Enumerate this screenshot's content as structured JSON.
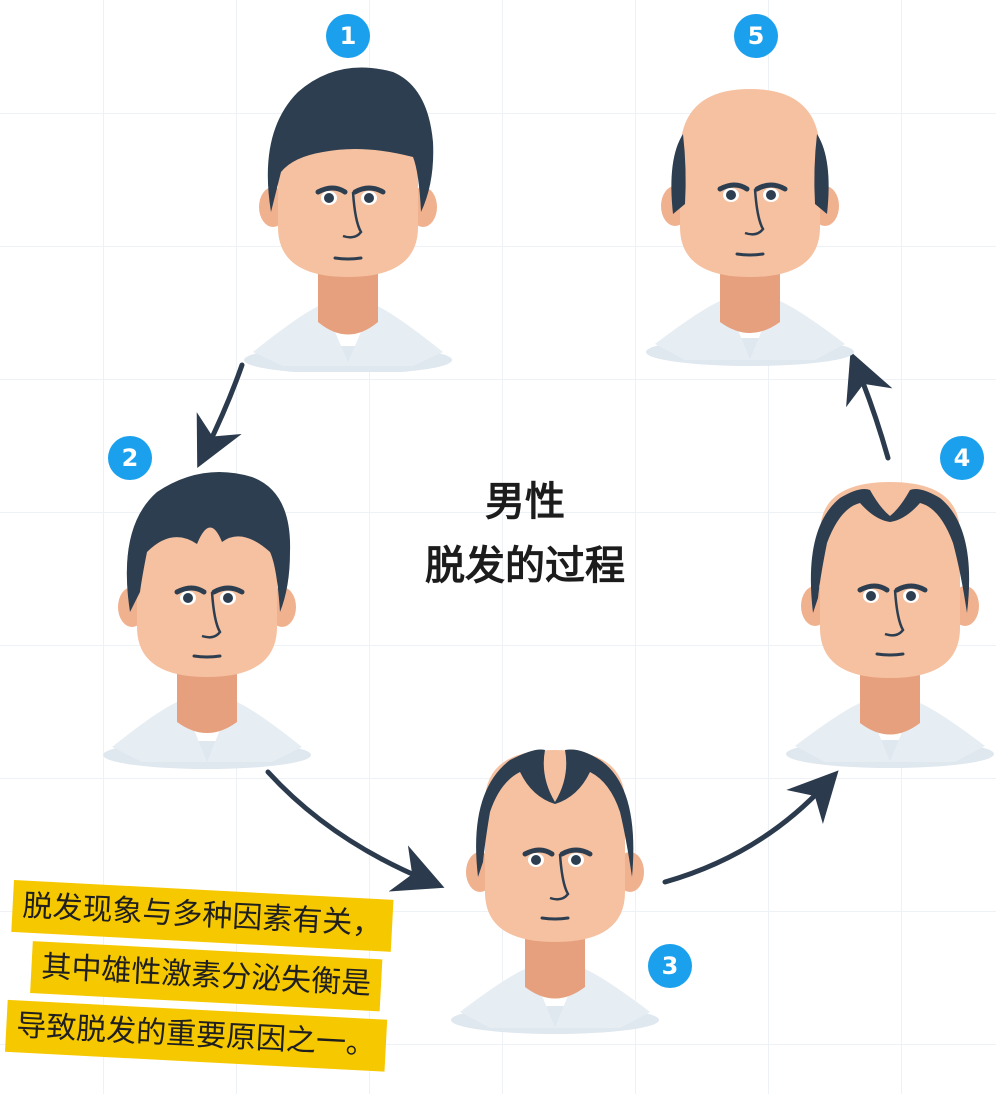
{
  "title": {
    "line1": "男性",
    "line2": "脱发的过程"
  },
  "stages": [
    {
      "number": "1",
      "hair": "full"
    },
    {
      "number": "2",
      "hair": "slight-recession"
    },
    {
      "number": "3",
      "hair": "receding-crown"
    },
    {
      "number": "4",
      "hair": "thinning-top"
    },
    {
      "number": "5",
      "hair": "bald"
    }
  ],
  "note": {
    "lines": [
      "脱发现象与多种因素有关，",
      "其中雄性激素分泌失衡是",
      "导致脱发的重要原因之一。"
    ]
  },
  "colors": {
    "badge": "#1aa0ec",
    "note_background": "#f6c800",
    "hair": "#2d3e50",
    "skin": "#f6c1a0",
    "collar": "#dfe7ef",
    "arrow": "#2b3a4d"
  },
  "icons": {
    "arrow": "curved-arrow-icon"
  }
}
